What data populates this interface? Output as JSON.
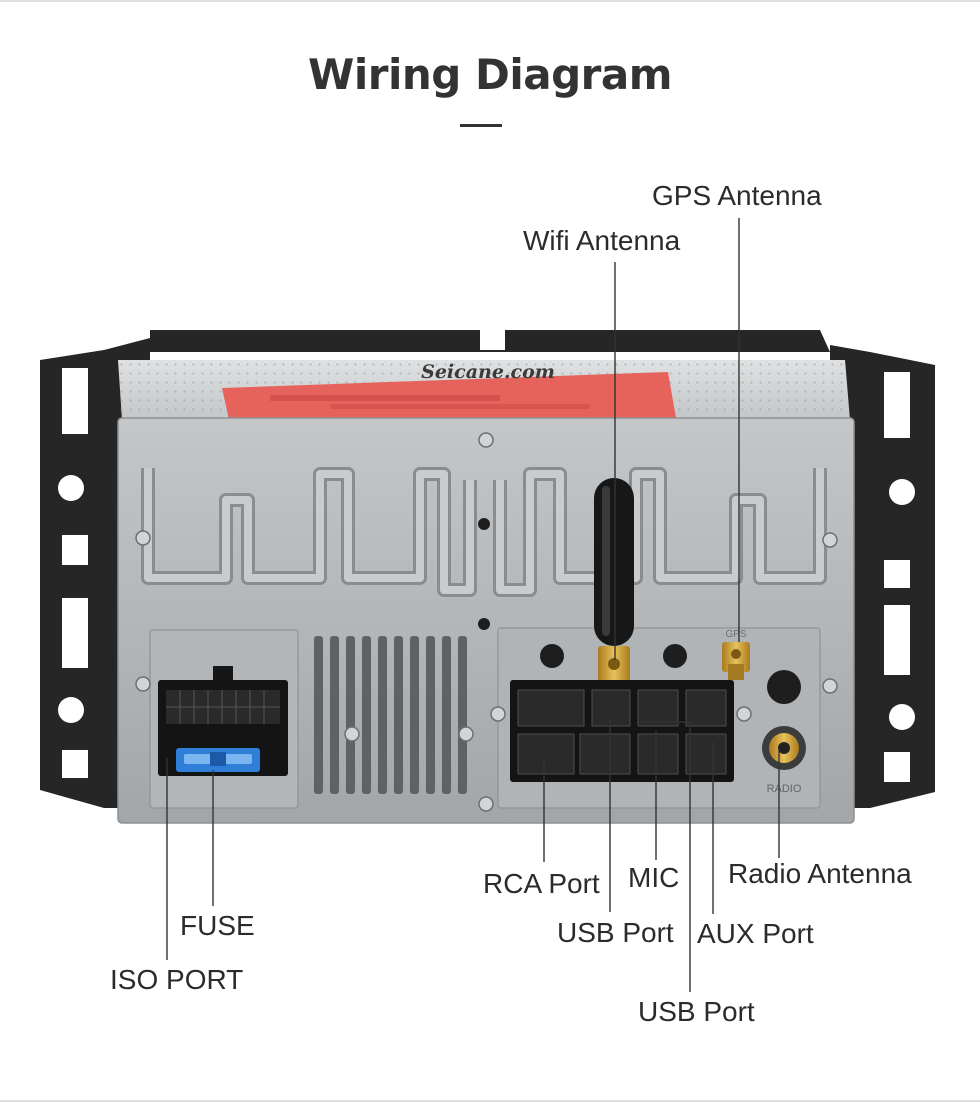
{
  "title": "Wiring Diagram",
  "brand": "Seicane.com",
  "unit_marks": {
    "gps": "GPS",
    "radio": "RADIO"
  },
  "labels": {
    "gps_antenna": "GPS Antenna",
    "wifi_antenna": "Wifi Antenna",
    "radio_antenna": "Radio Antenna",
    "rca_port": "RCA Port",
    "mic": "MIC",
    "usb_port_1": "USB Port",
    "aux_port": "AUX Port",
    "usb_port_2": "USB Port",
    "fuse": "FUSE",
    "iso_port": "ISO PORT"
  },
  "colors": {
    "chassis": "#a9acae",
    "bracket": "#262626",
    "label_sticker": "#e5635b",
    "fuse": "#2f7fd8",
    "antenna_gold": "#c79a2e",
    "leader_line": "#333333"
  }
}
